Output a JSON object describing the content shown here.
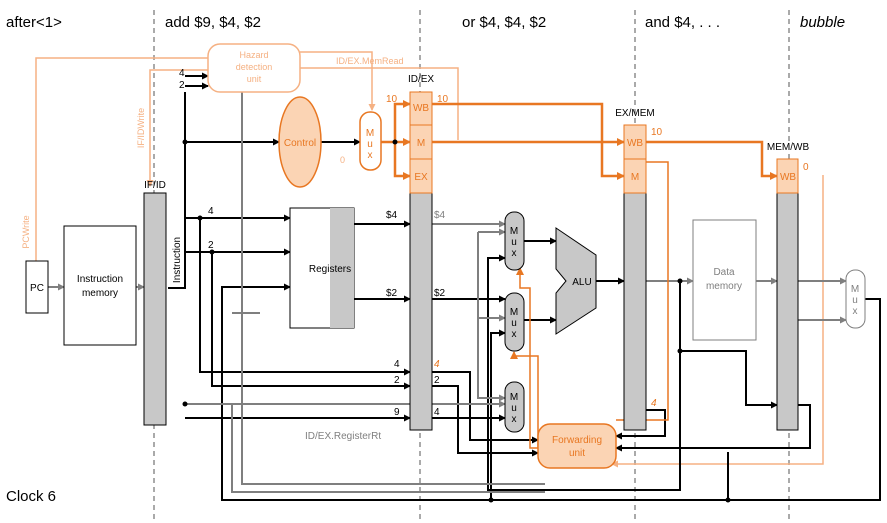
{
  "headers": {
    "stage_after": "after<1>",
    "stage_add": "add $9, $4, $2",
    "stage_or": "or $4, $4, $2",
    "stage_and": "and $4, . . .",
    "stage_bubble": "bubble",
    "clock": "Clock 6"
  },
  "blocks": {
    "pc": "PC",
    "instruction_memory_1": "Instruction",
    "instruction_memory_2": "memory",
    "registers": "Registers",
    "control": "Control",
    "alu": "ALU",
    "data_memory_1": "Data",
    "data_memory_2": "memory",
    "hazard_1": "Hazard",
    "hazard_2": "detection",
    "hazard_3": "unit",
    "forwarding_1": "Forwarding",
    "forwarding_2": "unit",
    "mux_1": "M",
    "mux_2": "u",
    "mux_3": "x"
  },
  "pipeline_registers": {
    "if_id": "IF/ID",
    "id_ex": "ID/EX",
    "ex_mem": "EX/MEM",
    "mem_wb": "MEM/WB"
  },
  "control_fields": {
    "wb": "WB",
    "m": "M",
    "ex": "EX"
  },
  "signals": {
    "if_id_write": "IF/IDWrite",
    "pc_write": "PCWrite",
    "id_ex_memread": "ID/EX.MemRead",
    "id_ex_registerrt": "ID/EX.RegisterRt",
    "instruction": "Instruction"
  },
  "values": {
    "hazard_in_top": "4",
    "hazard_in_bottom": "2",
    "ifid_rs": "4",
    "ifid_rt": "2",
    "id_ex_wb_in": "10",
    "id_ex_wb_out": "10",
    "ex_mem_wb_out": "10",
    "mem_wb_out": "0",
    "mux_zero": "0",
    "reg_out_1": "$4",
    "reg_out_2": "$2",
    "idex_out_1": "$4",
    "idex_out_2": "$2",
    "idex_rs_in": "4",
    "idex_rt_in": "2",
    "idex_rd_in": "9",
    "idex_rs_out": "4",
    "idex_rt_out": "2",
    "idex_rd_out": "4",
    "exmem_rd": "4"
  },
  "colors": {
    "orange": "#e87722",
    "orange_light": "#f5b183",
    "orange_fill": "#fbd4b4",
    "gray_fill": "#c8c8c8",
    "line_gray": "#7f7f7f"
  }
}
